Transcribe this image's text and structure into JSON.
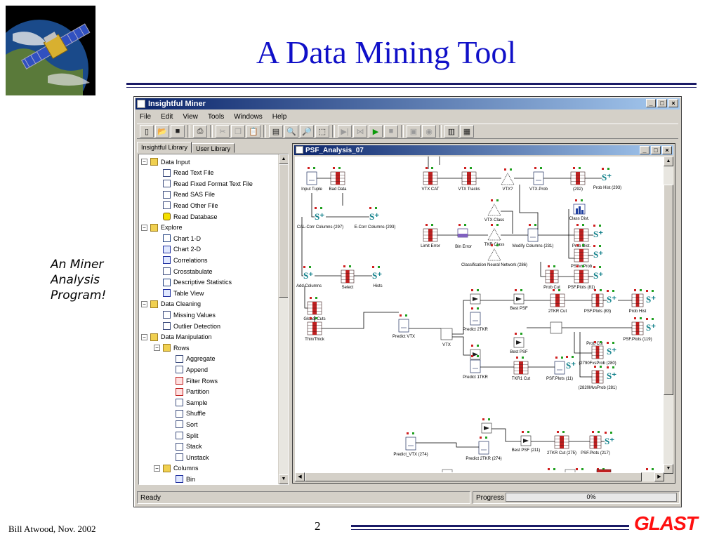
{
  "slide": {
    "title": "A Data Mining Tool",
    "side_note": [
      "An Miner",
      "Analysis",
      "Program!"
    ],
    "author": "Bill Atwood,  Nov. 2002",
    "page_number": "2",
    "logo_text": "GLAST"
  },
  "app": {
    "title": "Insightful Miner",
    "menu": [
      "File",
      "Edit",
      "View",
      "Tools",
      "Windows",
      "Help"
    ],
    "window_buttons": [
      "_",
      "□",
      "×"
    ]
  },
  "library": {
    "tabs": [
      "Insightful Library",
      "User Library"
    ],
    "tree": [
      {
        "label": "Data Input",
        "level": 0,
        "icon": "folder",
        "exp": "−"
      },
      {
        "label": "Read Text File",
        "level": 1,
        "icon": "doc"
      },
      {
        "label": "Read Fixed Format Text File",
        "level": 1,
        "icon": "doc"
      },
      {
        "label": "Read SAS File",
        "level": 1,
        "icon": "doc"
      },
      {
        "label": "Read Other File",
        "level": 1,
        "icon": "doc"
      },
      {
        "label": "Read Database",
        "level": 1,
        "icon": "db"
      },
      {
        "label": "Explore",
        "level": 0,
        "icon": "folder",
        "exp": "−"
      },
      {
        "label": "Chart 1-D",
        "level": 1,
        "icon": "chart"
      },
      {
        "label": "Chart 2-D",
        "level": 1,
        "icon": "blue"
      },
      {
        "label": "Correlations",
        "level": 1,
        "icon": "blue"
      },
      {
        "label": "Crosstabulate",
        "level": 1,
        "icon": "doc"
      },
      {
        "label": "Descriptive Statistics",
        "level": 1,
        "icon": "chart"
      },
      {
        "label": "Table View",
        "level": 1,
        "icon": "blue"
      },
      {
        "label": "Data Cleaning",
        "level": 0,
        "icon": "folder",
        "exp": "−"
      },
      {
        "label": "Missing Values",
        "level": 1,
        "icon": "doc"
      },
      {
        "label": "Outlier Detection",
        "level": 1,
        "icon": "doc"
      },
      {
        "label": "Data Manipulation",
        "level": 0,
        "icon": "folder",
        "exp": "−"
      },
      {
        "label": "Rows",
        "level": 1,
        "icon": "folder",
        "exp": "−"
      },
      {
        "label": "Aggregate",
        "level": 2,
        "icon": "doc"
      },
      {
        "label": "Append",
        "level": 2,
        "icon": "doc"
      },
      {
        "label": "Filter Rows",
        "level": 2,
        "icon": "tbl"
      },
      {
        "label": "Partition",
        "level": 2,
        "icon": "tbl"
      },
      {
        "label": "Sample",
        "level": 2,
        "icon": "doc"
      },
      {
        "label": "Shuffle",
        "level": 2,
        "icon": "doc"
      },
      {
        "label": "Sort",
        "level": 2,
        "icon": "doc"
      },
      {
        "label": "Split",
        "level": 2,
        "icon": "doc"
      },
      {
        "label": "Stack",
        "level": 2,
        "icon": "doc"
      },
      {
        "label": "Unstack",
        "level": 2,
        "icon": "doc"
      },
      {
        "label": "Columns",
        "level": 1,
        "icon": "folder",
        "exp": "−"
      },
      {
        "label": "Bin",
        "level": 2,
        "icon": "blue"
      }
    ]
  },
  "worksheet": {
    "title": "PSF_Analysis_07",
    "labels": {
      "input_tuple": "Input Tuple",
      "bad_data": "Bad Data",
      "vtx_cat": "VTX CAT",
      "vtx_tracks": "VTX Tracks",
      "vtx_q": "VTX?",
      "vtx_prob": "VTX.Prob",
      "n292": "(292)",
      "prob_hist_293": "Prob Hist (293)",
      "cal_corr_297": "CAL-Corr Columns (297)",
      "e_corr_293": "E-Corr Columns (293)",
      "vtx_class": "VTX Class",
      "class_dist": "Class Dist.",
      "limit_error": "Limit Error",
      "bin_error": "Bin Error",
      "tkr_class": "TKR Class",
      "modify_cols_231": "Modify Columns (231)",
      "prob_dist": "Prob Dist.",
      "psf_vs_prob": "PSFvsProb",
      "class_nn_286": "Classification Neural Network (286)",
      "add_columns": "Add Columns",
      "select": "Select",
      "hists": "Hists",
      "prob_cut": "Prob Cut",
      "psf_plots_81": "PSF.Plots (81)",
      "global_cuts": "Global Cuts",
      "thin_thick": "Thin/Thick",
      "predict_vtx": "Predict VTX",
      "vtx": "VTX",
      "predict_2tkr": "Predict 2TKR",
      "best_psf": "Best PSF",
      "tkr2_cut": "2TKR Cut",
      "psf_plots_83": "PSF.Plots (83)",
      "prob_hist": "Prob Hist",
      "prob_cut2": "Prob Cut",
      "psf_plots_119": "PSF.Plots (119)",
      "best_psf2": "Best PSF",
      "vs_prob_280": "(2790FvsProb (280)",
      "predict_1tkr": "Predict 1TKR",
      "tkr1_cut": "TKR1 Cut",
      "psf_plots_11": "PSF.Plots (11)",
      "vs_prob_281": "(2820MvsProb (281)",
      "best_psf_211": "Best PSF (211)",
      "tkr2_cut_275": "2TKR Cut (275)",
      "psf_plots_217": "PSF.Plots (217)",
      "predict_vtx_274": "Predict_VTX (274)",
      "predict_2tkr_274": "Predict 2TKR (274)",
      "s_plus": "S⁺"
    }
  },
  "status": {
    "text": "Ready",
    "progress_label": "Progress",
    "progress_value": "0%",
    "progress_fraction": 0
  }
}
